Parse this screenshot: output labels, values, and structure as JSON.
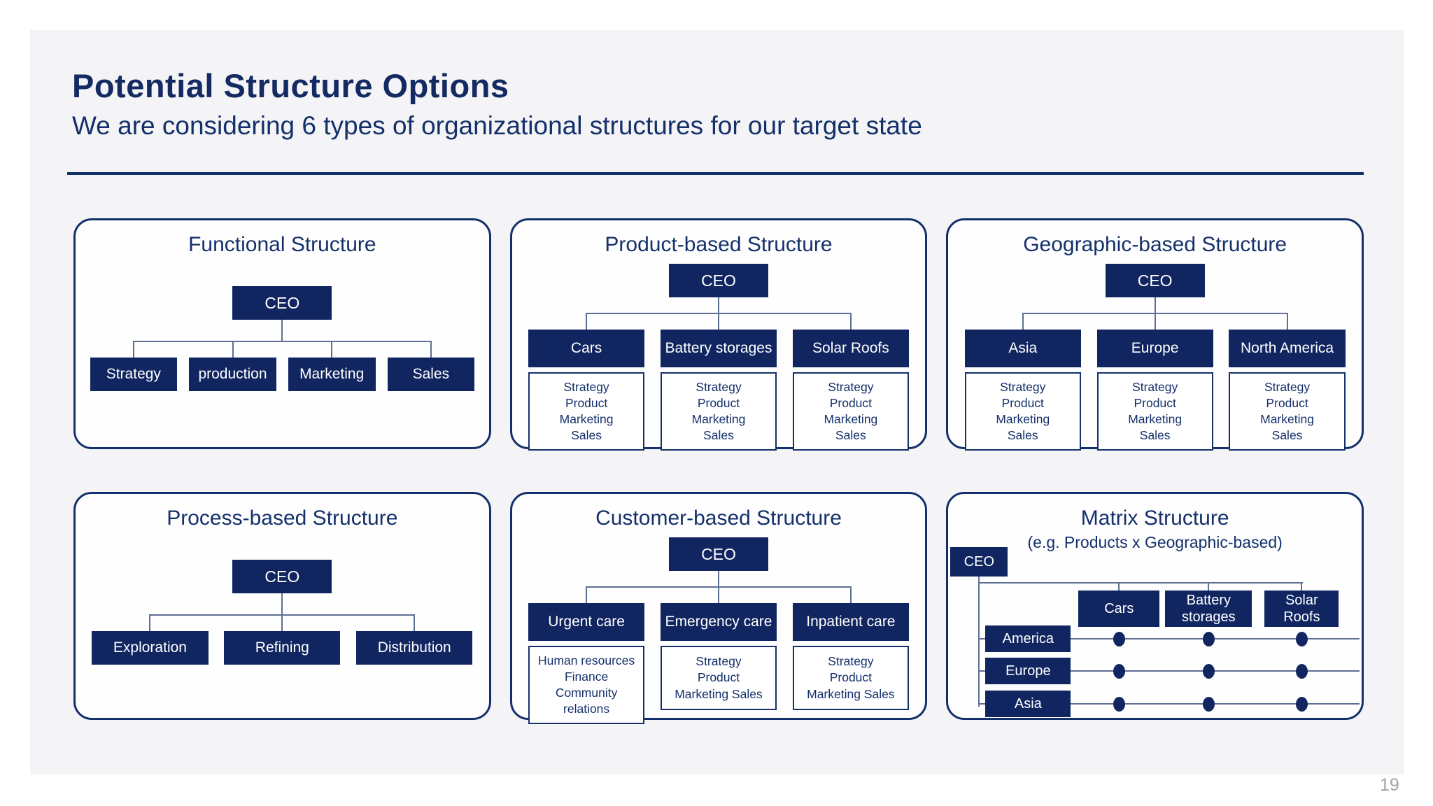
{
  "page": {
    "number": "19"
  },
  "header": {
    "title": "Potential Structure Options",
    "subtitle": "We are considering 6 types of organizational structures for our target state"
  },
  "colors": {
    "navy": "#112661",
    "panel_border": "#14306b",
    "connector_line": "#5f6f94",
    "slide_background": "#f4f4f6",
    "page_number_gray": "#a3a3ab"
  },
  "panels": [
    {
      "id": "functional",
      "title": "Functional Structure",
      "type": "tree",
      "root": "CEO",
      "children": [
        {
          "label": "Strategy"
        },
        {
          "label": "production"
        },
        {
          "label": "Marketing"
        },
        {
          "label": "Sales"
        }
      ]
    },
    {
      "id": "product",
      "title": "Product-based Structure",
      "type": "tree",
      "root": "CEO",
      "children": [
        {
          "label": "Cars",
          "sub": [
            "Strategy",
            "Product",
            "Marketing",
            "Sales"
          ]
        },
        {
          "label": "Battery storages",
          "sub": [
            "Strategy",
            "Product",
            "Marketing",
            "Sales"
          ]
        },
        {
          "label": "Solar Roofs",
          "sub": [
            "Strategy",
            "Product",
            "Marketing",
            "Sales"
          ]
        }
      ]
    },
    {
      "id": "geographic",
      "title": "Geographic-based Structure",
      "type": "tree",
      "root": "CEO",
      "children": [
        {
          "label": "Asia",
          "sub": [
            "Strategy",
            "Product",
            "Marketing",
            "Sales"
          ]
        },
        {
          "label": "Europe",
          "sub": [
            "Strategy",
            "Product",
            "Marketing",
            "Sales"
          ]
        },
        {
          "label": "North America",
          "sub": [
            "Strategy",
            "Product",
            "Marketing",
            "Sales"
          ]
        }
      ]
    },
    {
      "id": "process",
      "title": "Process-based Structure",
      "type": "tree",
      "root": "CEO",
      "children": [
        {
          "label": "Exploration"
        },
        {
          "label": "Refining"
        },
        {
          "label": "Distribution"
        }
      ]
    },
    {
      "id": "customer",
      "title": "Customer-based Structure",
      "type": "tree",
      "root": "CEO",
      "children": [
        {
          "label": "Urgent care",
          "sub": [
            "Human resources",
            "Finance",
            "Community relations"
          ]
        },
        {
          "label": "Emergency care",
          "sub": [
            "Strategy",
            "Product",
            "Marketing Sales"
          ]
        },
        {
          "label": "Inpatient care",
          "sub": [
            "Strategy",
            "Product",
            "Marketing Sales"
          ]
        }
      ]
    },
    {
      "id": "matrix",
      "title": "Matrix Structure",
      "subtitle": "(e.g. Products x Geographic-based)",
      "type": "matrix",
      "root": "CEO",
      "columns": [
        "Cars",
        "Battery storages",
        "Solar Roofs"
      ],
      "rows": [
        "America",
        "Europe",
        "Asia"
      ],
      "grid": [
        [
          true,
          true,
          true
        ],
        [
          true,
          true,
          true
        ],
        [
          true,
          true,
          true
        ]
      ]
    }
  ]
}
